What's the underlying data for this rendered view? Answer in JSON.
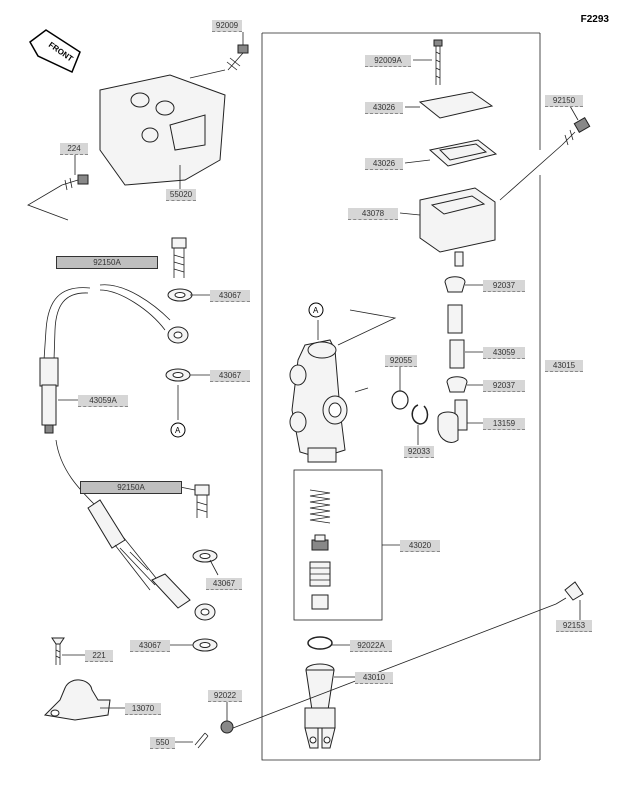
{
  "diagram_code": "F2293",
  "front_marker": "FRONT",
  "ref_marker": "A",
  "labels": {
    "l92009": "92009",
    "l92009A": "92009A",
    "l43026a": "43026",
    "l43026b": "43026",
    "l92150": "92150",
    "l224": "224",
    "l55020": "55020",
    "l43078": "43078",
    "l92150A": "92150A",
    "l43067a": "43067",
    "l92037a": "92037",
    "l43067b": "43067",
    "l43059": "43059",
    "l43015": "43015",
    "l43059A": "43059A",
    "l92055": "92055",
    "l92037b": "92037",
    "l13159": "13159",
    "l92033": "92033",
    "l92150A2": "92150A",
    "l43020": "43020",
    "l43067c": "43067",
    "l92153": "92153",
    "l43067d": "43067",
    "l92022A": "92022A",
    "l221": "221",
    "l43010": "43010",
    "l92022": "92022",
    "l13070": "13070",
    "l550": "550"
  }
}
